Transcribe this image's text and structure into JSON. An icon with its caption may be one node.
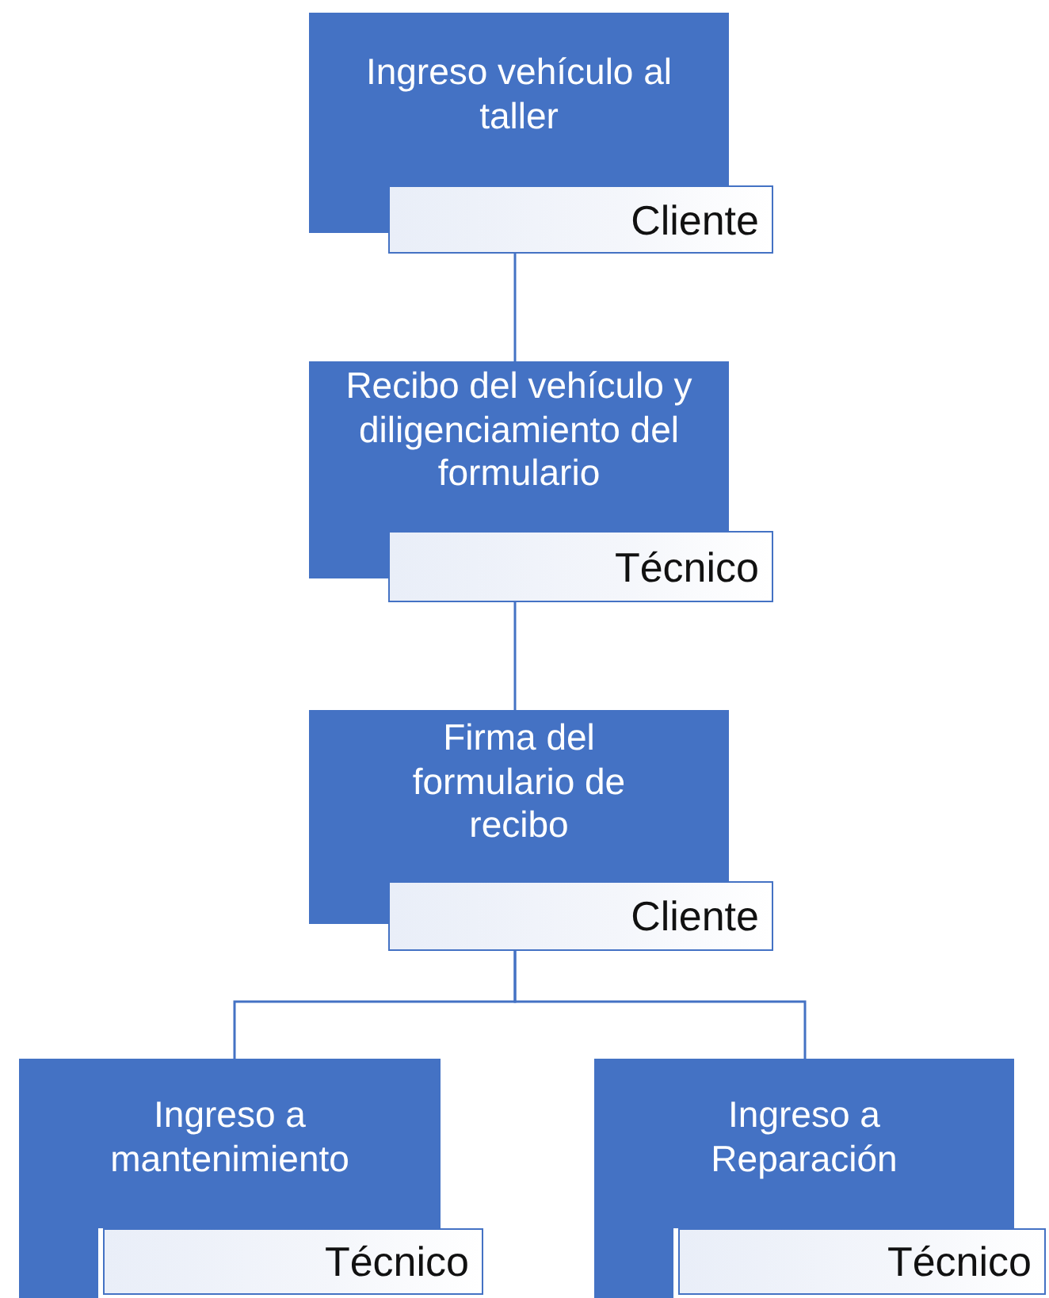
{
  "diagram": {
    "nodes": [
      {
        "text": [
          "Ingreso vehículo al taller"
        ]
      },
      {
        "text": [
          "Cliente"
        ]
      },
      {
        "text": [
          "Recibo del vehículo y diligenciamiento del formulario"
        ]
      },
      {
        "text": [
          "Técnico"
        ]
      },
      {
        "text": [
          "Firma del formulario de recibo"
        ]
      },
      {
        "text": [
          "Cliente"
        ]
      },
      {
        "text": [
          "Ingreso a mantenimiento"
        ]
      },
      {
        "text": [
          "Técnico"
        ]
      },
      {
        "text": [
          "Ingreso a Reparación"
        ]
      },
      {
        "text": [
          "Técnico"
        ]
      }
    ],
    "edges": [
      {
        "from": 1,
        "to": 2,
        "arrow": "none"
      },
      {
        "from": 3,
        "to": 4,
        "arrow": "none"
      },
      {
        "from": 5,
        "to": 6,
        "arrow": "none"
      },
      {
        "from": 5,
        "to": 8,
        "arrow": "none"
      }
    ]
  }
}
